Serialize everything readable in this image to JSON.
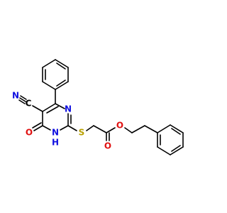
{
  "molecule": {
    "atoms": {
      "nitrile_N": {
        "text": "N",
        "color": "#1010e0"
      },
      "nitrile_C": {
        "text": "C",
        "color": "#000000"
      },
      "ring_N3": {
        "text": "N",
        "color": "#1010e0"
      },
      "ring_NH": {
        "text": "N",
        "color": "#1010e0"
      },
      "ring_H": {
        "text": "H",
        "color": "#1010e0"
      },
      "carbonyl_O": {
        "text": "O",
        "color": "#e01010"
      },
      "thio_S": {
        "text": "S",
        "color": "#b8a000"
      },
      "ester_carbonyl_O": {
        "text": "O",
        "color": "#e01010"
      },
      "ester_O": {
        "text": "O",
        "color": "#e01010"
      }
    }
  }
}
